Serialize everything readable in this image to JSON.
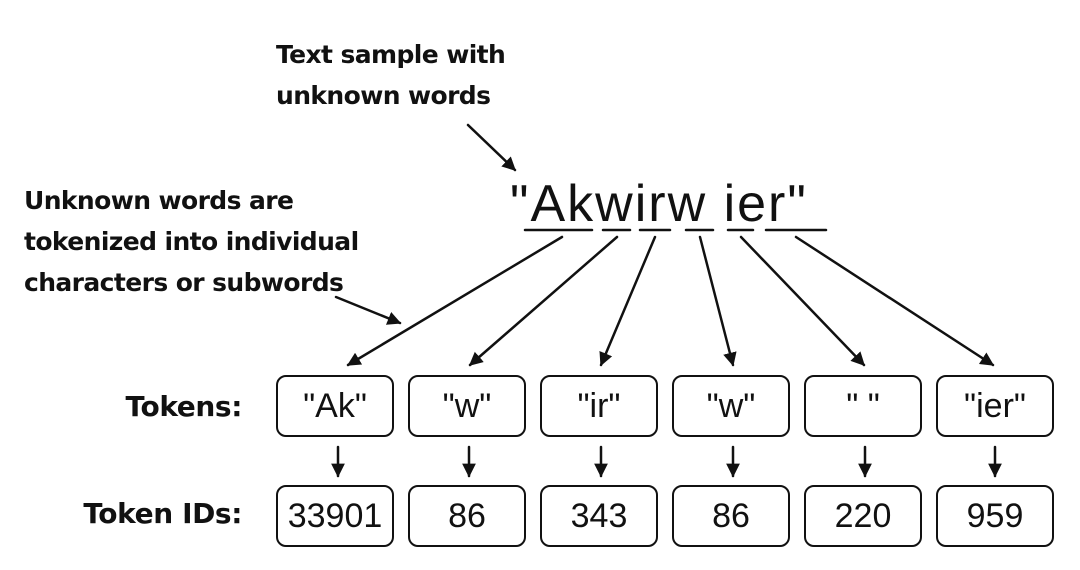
{
  "annotations": {
    "text_sample": [
      "Text sample with",
      "unknown words"
    ],
    "tokenization": [
      "Unknown words are",
      "tokenized into individual",
      "characters or subwords"
    ]
  },
  "sample_text": "\"Akwirw ier\"",
  "labels": {
    "tokens": "Tokens:",
    "token_ids": "Token IDs:"
  },
  "tokens": [
    "\"Ak\"",
    "\"w\"",
    "\"ir\"",
    "\"w\"",
    "\" \"",
    "\"ier\""
  ],
  "token_ids": [
    "33901",
    "86",
    "343",
    "86",
    "220",
    "959"
  ],
  "colors": {
    "ink": "#111111",
    "background": "#ffffff"
  }
}
